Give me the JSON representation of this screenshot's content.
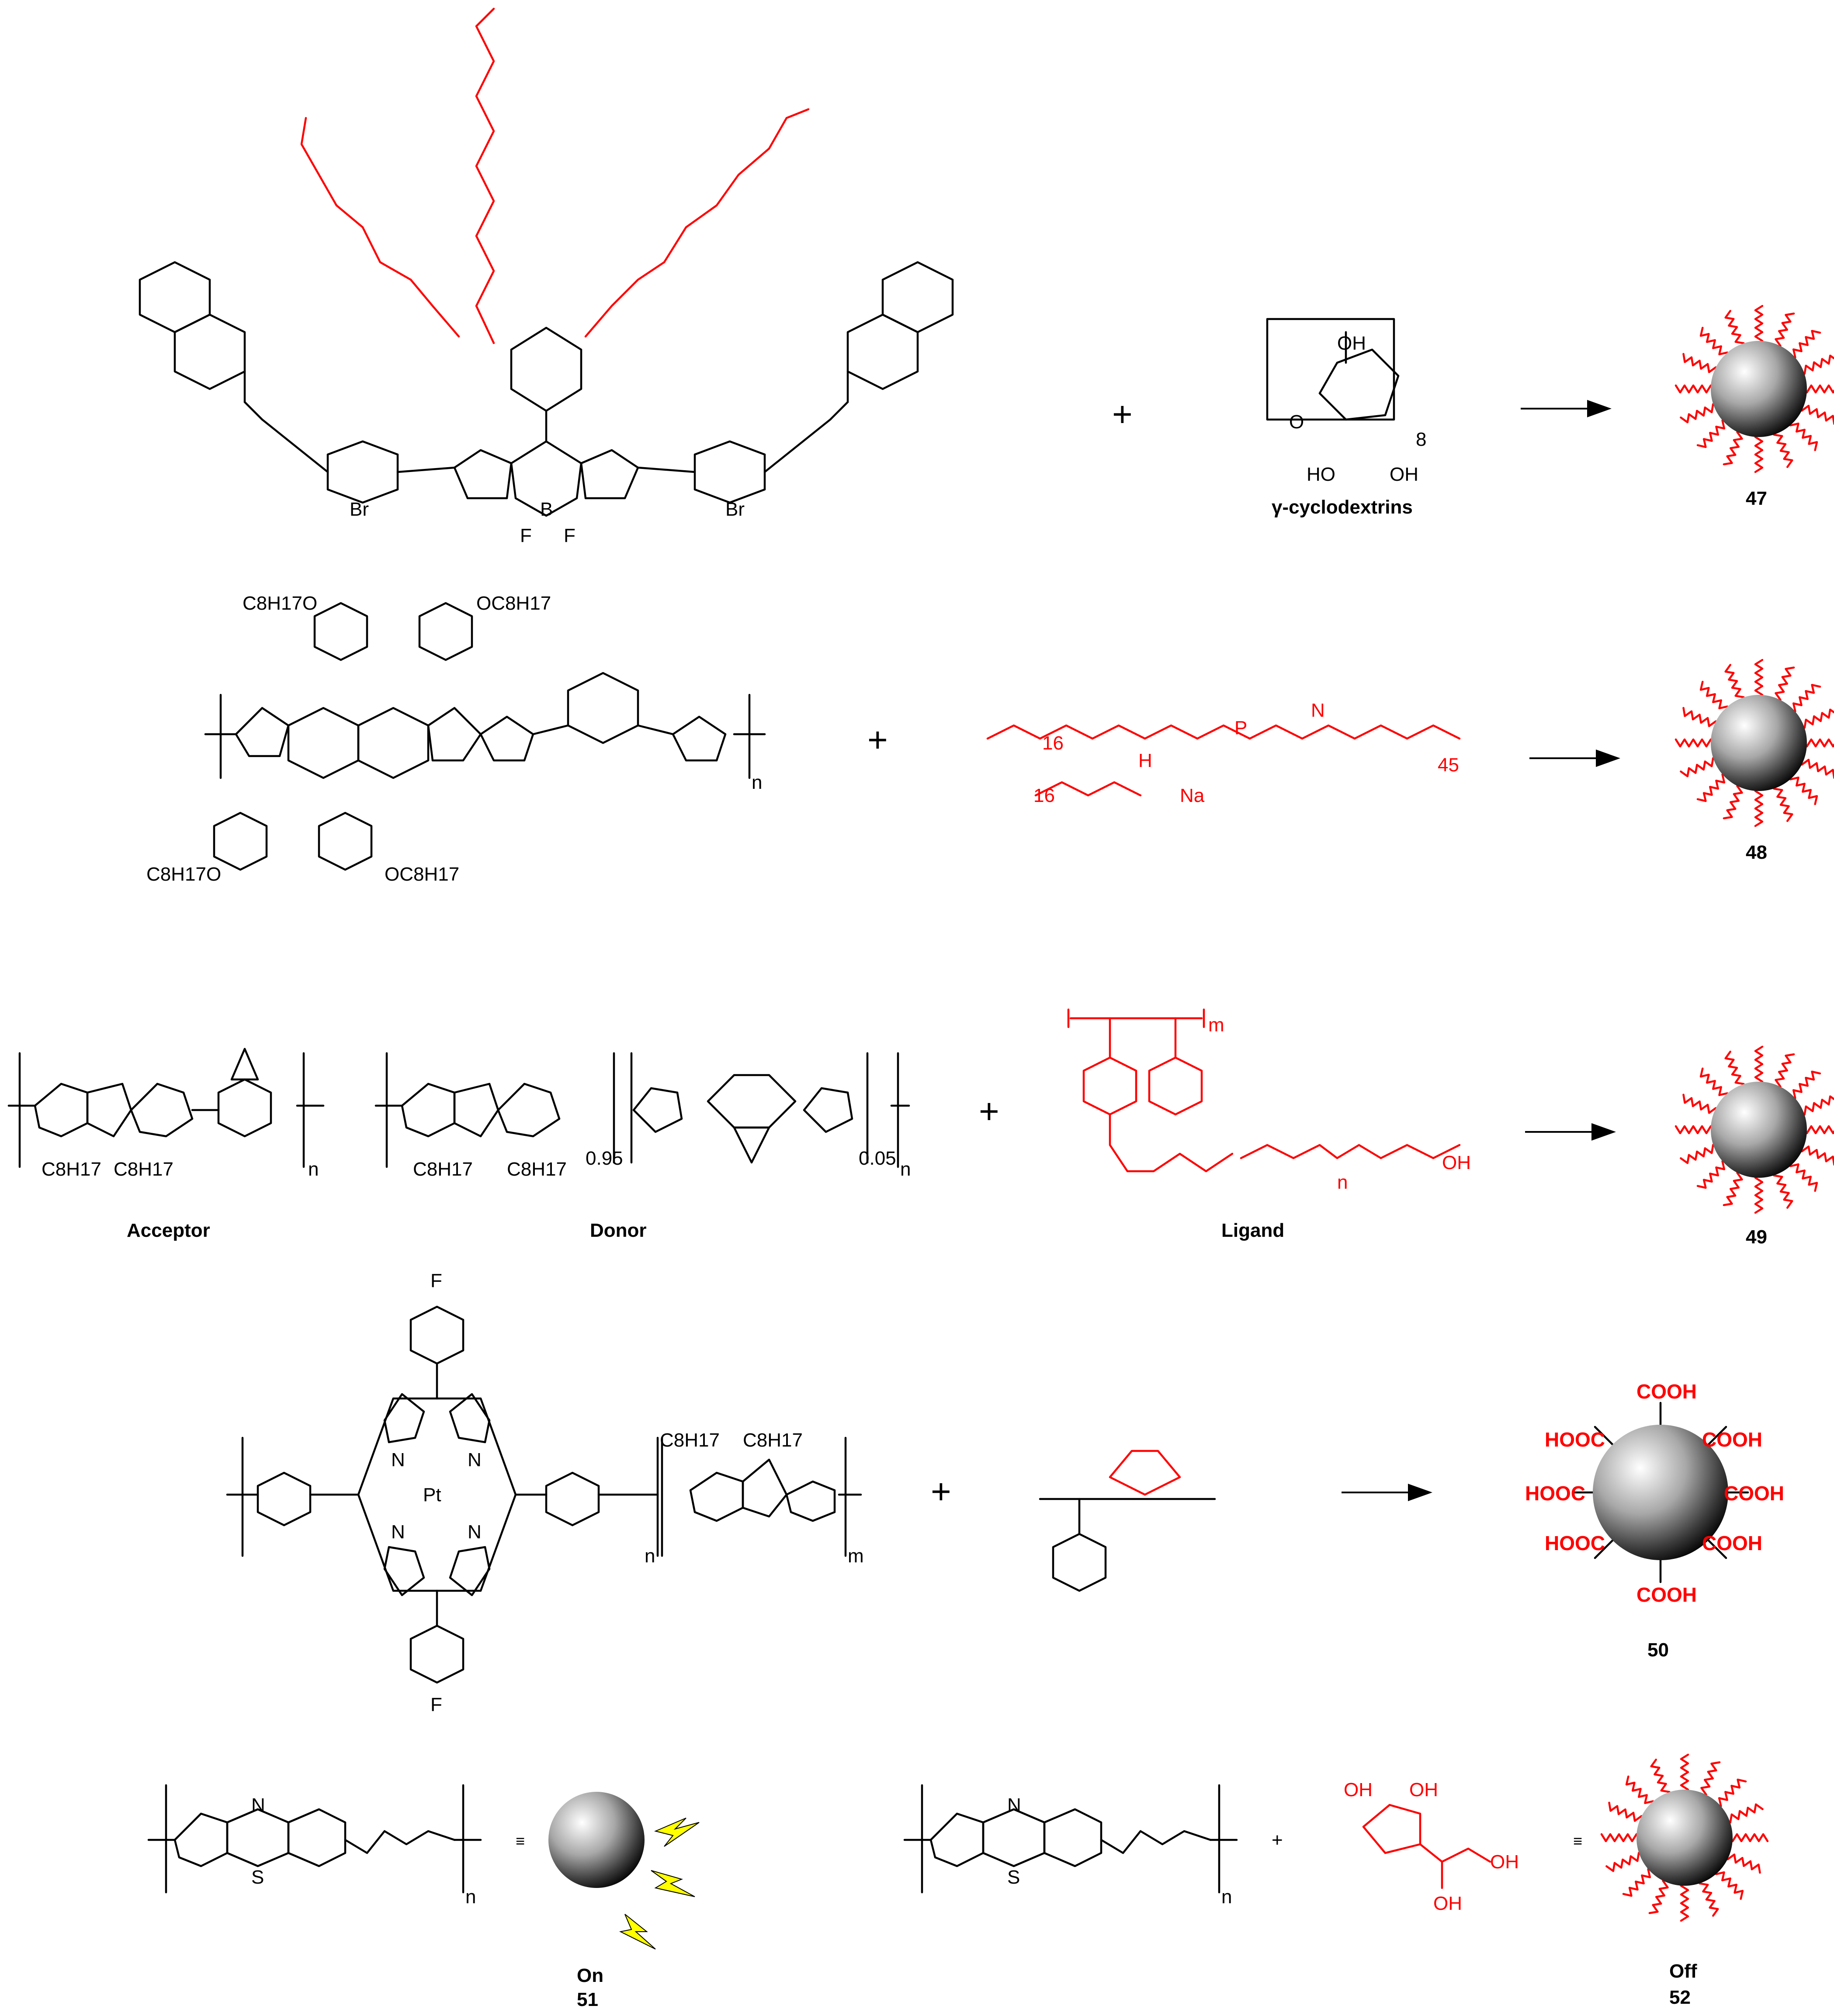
{
  "colors": {
    "ink": "#000000",
    "accent": "#ff0000",
    "bolt": "#ffff00"
  },
  "row1": {
    "plus": "+",
    "counterion_left": "Br",
    "counterion_right": "Br",
    "bf_b": "B",
    "bf_f1": "F",
    "bf_f2": "F",
    "cd_label": "γ-cyclodextrins",
    "cd_subscript": "8",
    "cd_oh_top": "OH",
    "cd_oh_left": "HO",
    "cd_oh_right": "OH",
    "cd_o": "O",
    "product": "47"
  },
  "row2": {
    "sub_top_left": "C8H17O",
    "sub_top_right": "OC8H17",
    "sub_bottom_left": "C8H17O",
    "sub_bottom_right": "OC8H17",
    "repeat": "n",
    "plus": "+",
    "lipid_16a": "16",
    "lipid_16b": "16",
    "lipid_h": "H",
    "lipid_p": "P",
    "lipid_na": "Na",
    "lipid_n": "N",
    "lipid_peg": "45",
    "product": "48"
  },
  "row3": {
    "acceptor_label": "Acceptor",
    "donor_label": "Donor",
    "ligand_label": "Ligand",
    "c8h17": "C8H17",
    "donor_frac_1": "0.95",
    "donor_frac_2": "0.05",
    "repeat": "n",
    "ligand_m": "m",
    "ligand_n": "n",
    "ligand_oh": "OH",
    "plus": "+",
    "product": "49"
  },
  "row4": {
    "pt": "Pt",
    "n": "N",
    "f": "F",
    "c8h17": "C8H17",
    "repeat_n": "n",
    "repeat_m": "m",
    "plus": "+",
    "cooh": "COOH",
    "hooc": "HOOC",
    "product": "50"
  },
  "row5": {
    "equiv": "≡",
    "plus": "+",
    "repeat": "n",
    "s": "S",
    "n": "N",
    "oh": "OH",
    "on_label": "On",
    "off_label": "Off",
    "product_on": "51",
    "product_off": "52"
  }
}
